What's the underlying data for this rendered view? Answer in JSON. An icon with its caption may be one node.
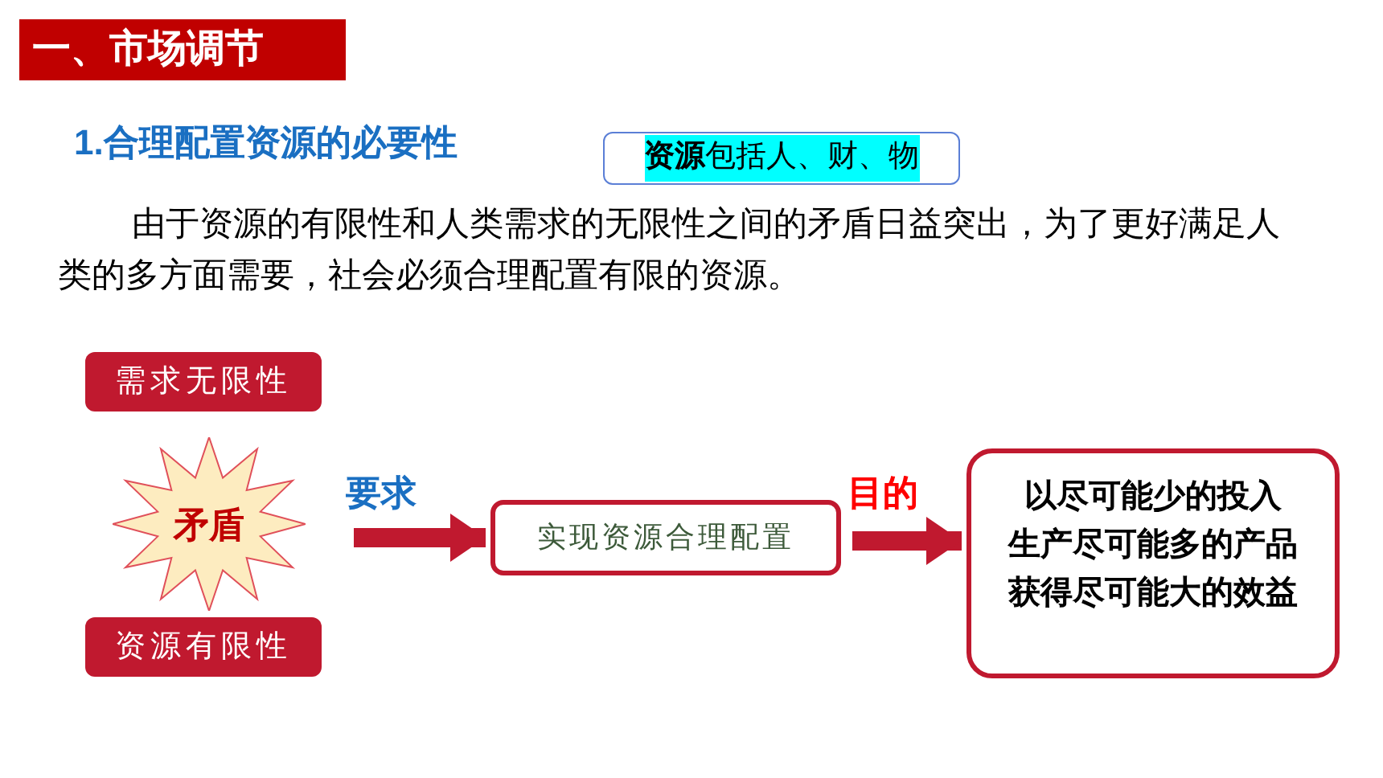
{
  "diagram": {
    "title": "一、市场调节",
    "nodes": [
      {
        "text": [
          "**资源**包括人、财、物"
        ]
      },
      {
        "text": [
          "需求无限性"
        ]
      },
      {
        "text": [
          "矛盾"
        ]
      },
      {
        "text": [
          "资源有限性"
        ]
      },
      {
        "text": [
          "实现资源合理配置"
        ]
      },
      {
        "text": [
          "以尽可能少的投入",
          "生产尽可能多的产品",
          "获得尽可能大的效益"
        ]
      }
    ],
    "edges": [
      {
        "from": 2,
        "to": 4,
        "arrow": "to",
        "label": "要求"
      },
      {
        "from": 4,
        "to": 5,
        "arrow": "to",
        "label": "目的"
      }
    ],
    "labels": [
      "1.合理配置资源的必要性",
      "由于资源的有限性和人类需求的无限性之间的矛盾日益突出，为了更好满足人类的多方面需要，社会必须合理配置有限的资源。"
    ]
  }
}
